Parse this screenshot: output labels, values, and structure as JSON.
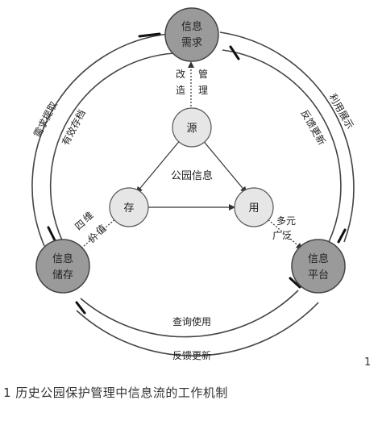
{
  "diagram": {
    "outer_nodes": {
      "demand": {
        "line1": "信息",
        "line2": "需求"
      },
      "storage": {
        "line1": "信息",
        "line2": "储存"
      },
      "platform": {
        "line1": "信息",
        "line2": "平台"
      }
    },
    "inner_nodes": {
      "source": "源",
      "store": "存",
      "use": "用"
    },
    "center_label": "公园信息",
    "edge_labels": {
      "improve_manage": {
        "col1": [
          "改",
          "造"
        ],
        "col2": [
          "管",
          "理"
        ]
      },
      "store_value": {
        "col1": [
          "四",
          "维"
        ],
        "col2": [
          "价",
          "值"
        ]
      },
      "diverse_wide": {
        "line1": "多元",
        "line2": "广泛"
      },
      "demand_raise": "需求提取",
      "effective_archive": "有效存档",
      "use_display": "利用展示",
      "feedback_update_right": "反馈更新",
      "query_use": "查询使用",
      "feedback_update_bottom": "反馈更新"
    },
    "colors": {
      "outer_fill": "#9a9a9a",
      "inner_fill": "#e6e6e6",
      "stroke": "#444444"
    }
  },
  "page_number": "1",
  "caption": "1 历史公园保护管理中信息流的工作机制"
}
